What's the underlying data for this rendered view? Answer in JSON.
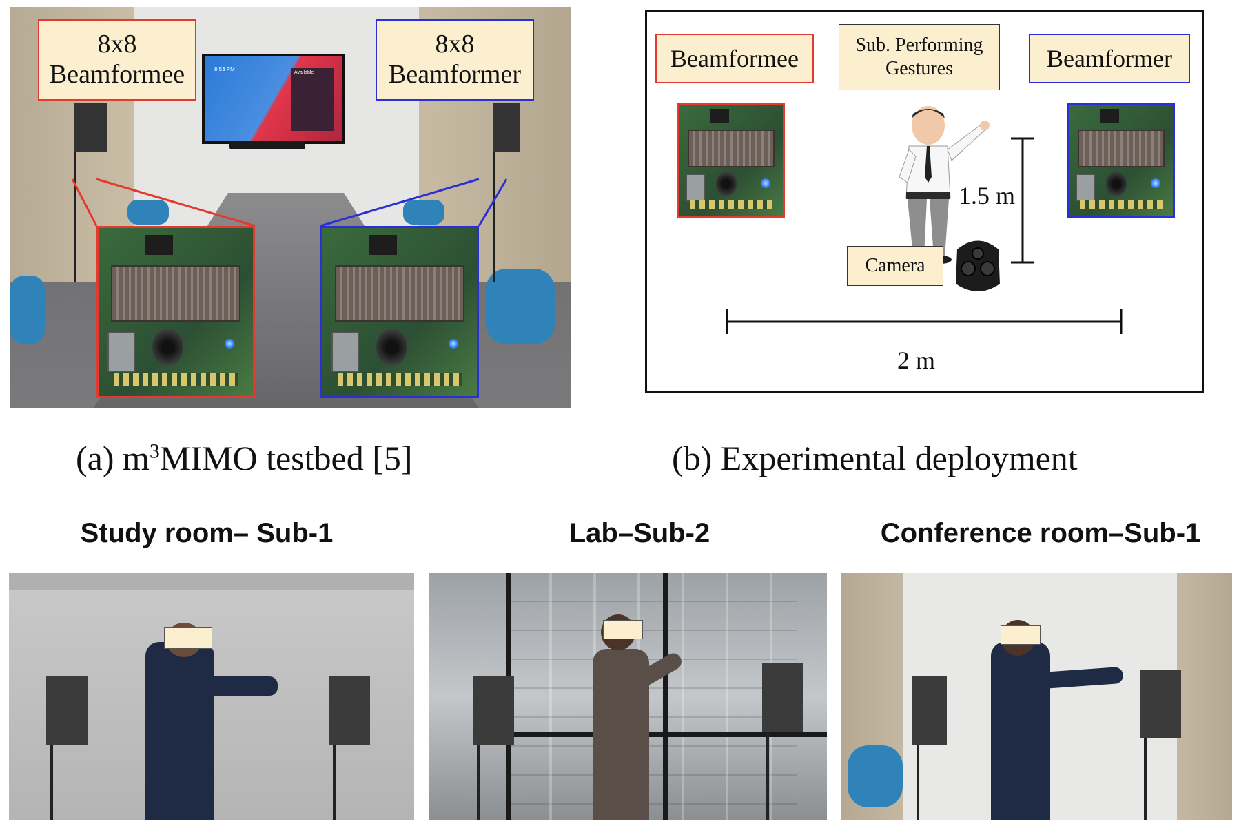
{
  "panel_a": {
    "label_left": "8x8 Beamformee",
    "label_right": "8x8 Beamformer",
    "caption_prefix": "(a) m",
    "caption_sup": "3",
    "caption_suffix": "MIMO testbed [5]",
    "tv_text": {
      "clock": "8:53 PM",
      "status": "Available"
    }
  },
  "panel_b": {
    "beamformee": "Beamformee",
    "subject": "Sub. Performing Gestures",
    "beamformer": "Beamformer",
    "camera": "Camera",
    "dim_vertical": "1.5 m",
    "dim_horizontal": "2 m",
    "caption": "(b) Experimental deployment"
  },
  "rooms": [
    {
      "title": "Study room– Sub-1"
    },
    {
      "title": "Lab–Sub-2"
    },
    {
      "title": "Conference room–Sub-1"
    }
  ],
  "colors": {
    "beamformee": "#e23a2e",
    "beamformer": "#2a2fd6",
    "label_fill": "#fbefcf"
  }
}
